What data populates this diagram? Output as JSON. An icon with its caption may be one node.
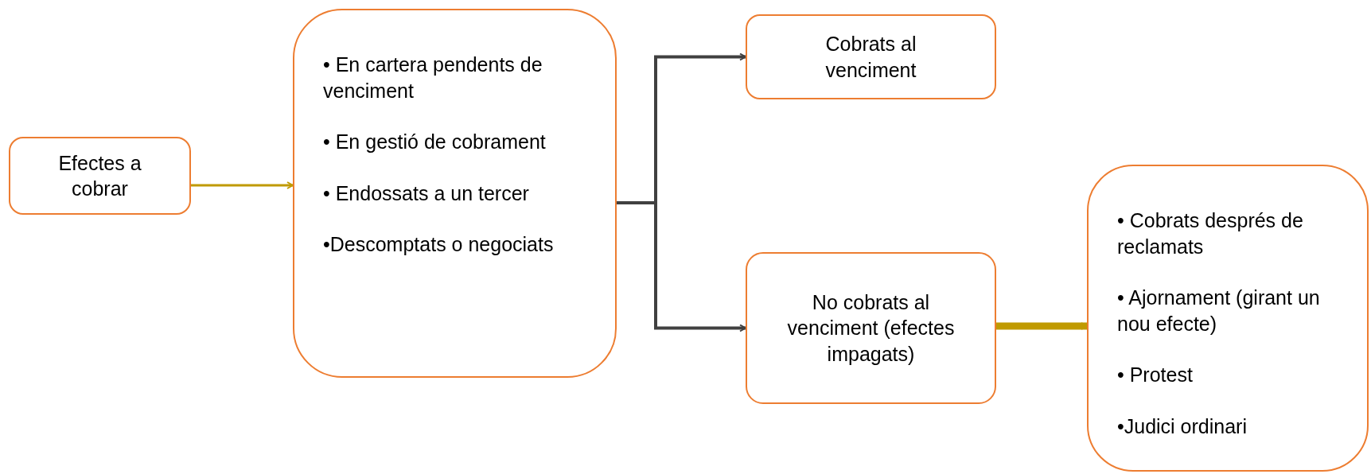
{
  "diagram": {
    "nodes": [
      {
        "text": [
          "Efectes a cobrar"
        ]
      },
      {
        "text": [
          "• En cartera pendents de venciment",
          "• En gestió de cobrament",
          "• Endossats a un tercer",
          "•Descomptats o negociats"
        ]
      },
      {
        "text": [
          "Cobrats al venciment"
        ]
      },
      {
        "text": [
          "No cobrats al venciment (efectes impagats)"
        ]
      },
      {
        "text": [
          "• Cobrats després de reclamats",
          "• Ajornament (girant un nou efecte)",
          "• Protest",
          "•Judici ordinari"
        ]
      }
    ],
    "edges": [
      {
        "from": 0,
        "to": 1,
        "arrow": "to",
        "color": "#c09a00"
      },
      {
        "from": 1,
        "to": 2,
        "arrow": "to",
        "color": "#404040"
      },
      {
        "from": 1,
        "to": 3,
        "arrow": "to",
        "color": "#404040"
      },
      {
        "from": 3,
        "to": 4,
        "arrow": "to",
        "style": "thick",
        "color": "#c09a00"
      }
    ]
  }
}
